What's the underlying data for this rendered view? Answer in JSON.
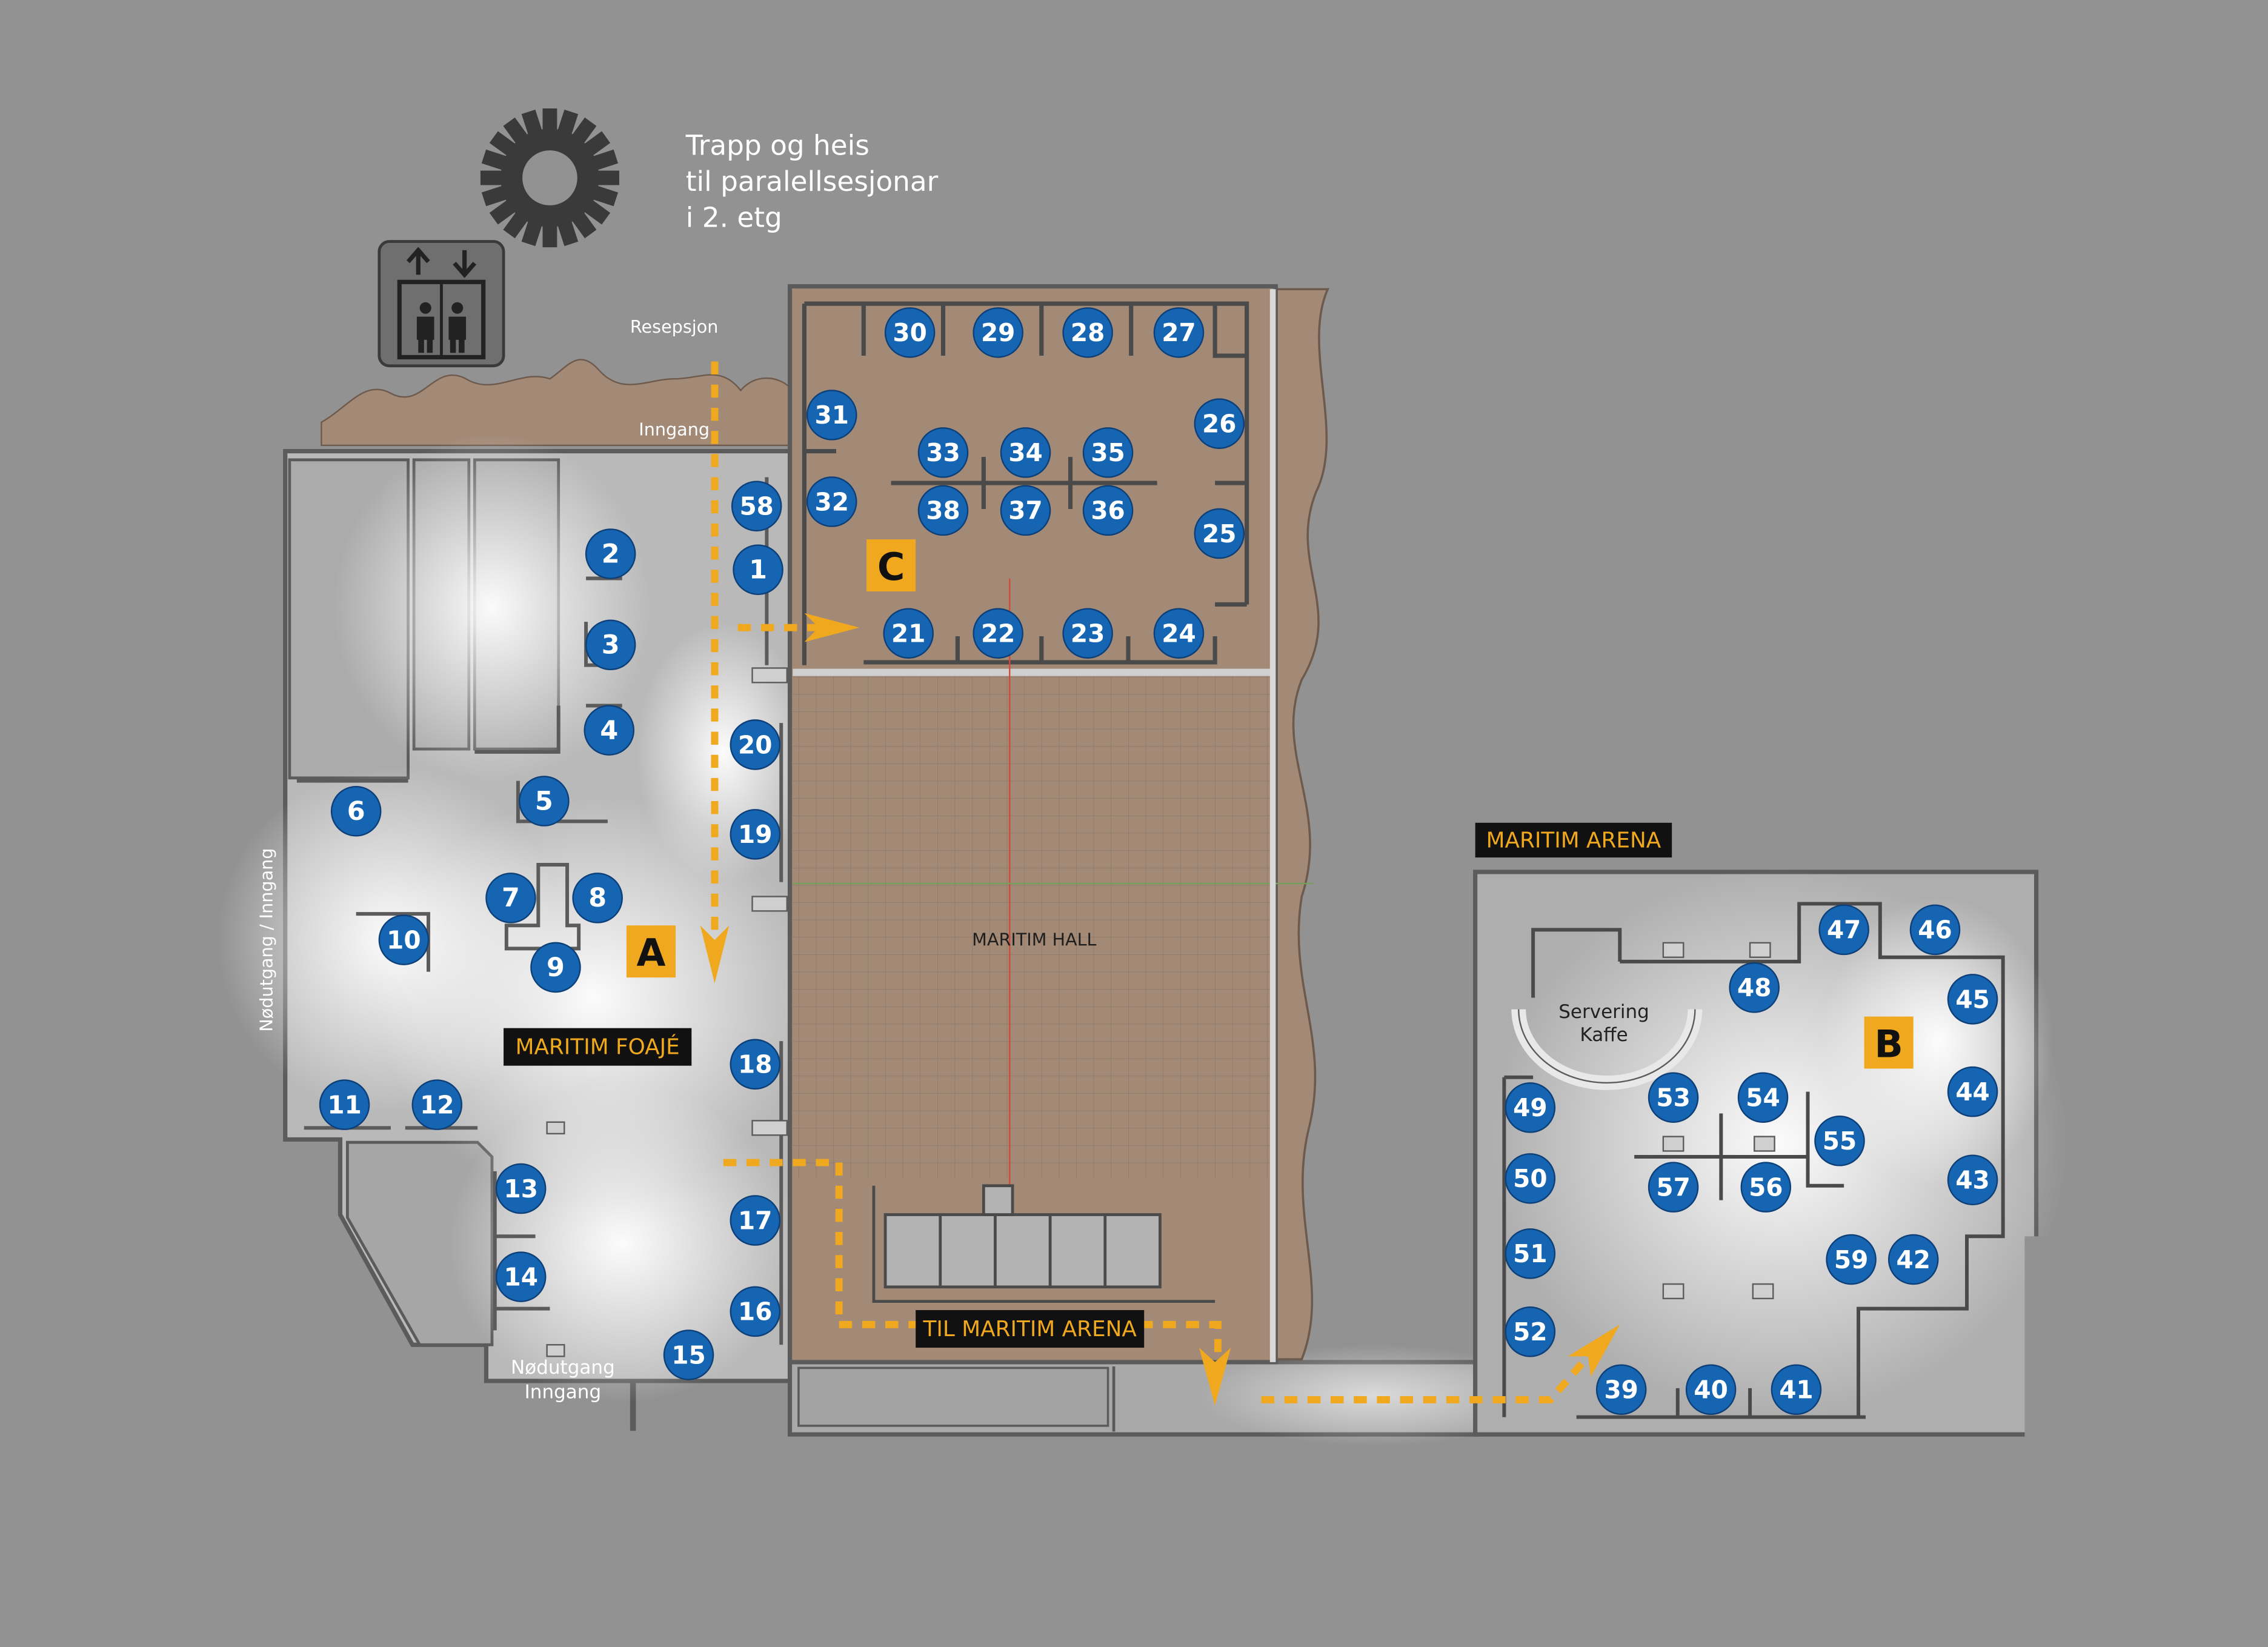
{
  "header_note": {
    "lines": [
      "Trapp og heis",
      "til paralellsesjonar",
      "i 2. etg"
    ]
  },
  "labels": {
    "resepsjon": "Resepsjon",
    "inngang_top": "Inngang",
    "nodutgang_side": "Nødutgang / Inngang",
    "nodutgang_bottom_1": "Nødutgang",
    "nodutgang_bottom_2": "Inngang",
    "maritim_hall": "MARITIM HALL",
    "servering_1": "Servering",
    "servering_2": "Kaffe"
  },
  "area_tags": {
    "foaje": "MARITIM FOAJÉ",
    "arena": "MARITIM ARENA",
    "til_arena": "TIL MARITIM ARENA"
  },
  "zones": {
    "a": "A",
    "b": "B",
    "c": "C"
  },
  "stands": [
    "1",
    "2",
    "3",
    "4",
    "5",
    "6",
    "7",
    "8",
    "9",
    "10",
    "11",
    "12",
    "13",
    "14",
    "15",
    "16",
    "17",
    "18",
    "19",
    "20",
    "21",
    "22",
    "23",
    "24",
    "25",
    "26",
    "27",
    "28",
    "29",
    "30",
    "31",
    "32",
    "33",
    "34",
    "35",
    "36",
    "37",
    "38",
    "39",
    "40",
    "41",
    "42",
    "43",
    "44",
    "45",
    "46",
    "47",
    "48",
    "49",
    "50",
    "51",
    "52",
    "53",
    "54",
    "55",
    "56",
    "57",
    "58",
    "59"
  ],
  "colors": {
    "background": "#929292",
    "stand_marker": "#1565b3",
    "zone_marker": "#f0a91e",
    "route": "#f0a91e",
    "tag_background": "#111111",
    "tag_text": "#f0a91e",
    "hall_floor": "#a38a77"
  },
  "icons": [
    "sun-icon",
    "elevator-icon"
  ]
}
